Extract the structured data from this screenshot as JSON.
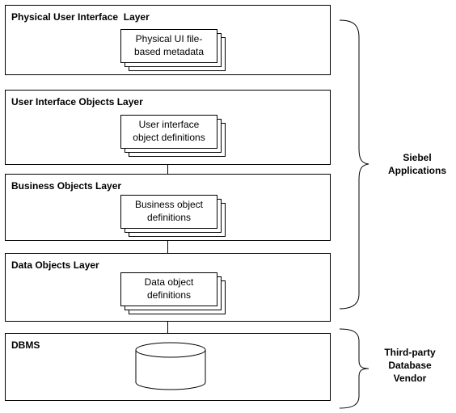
{
  "layers": [
    {
      "title": "Physical User Interface  Layer",
      "box_lines": [
        "Physical UI file-",
        "based metadata"
      ]
    },
    {
      "title": "User Interface Objects Layer",
      "box_lines": [
        "User interface",
        "object definitions"
      ]
    },
    {
      "title": "Business Objects Layer",
      "box_lines": [
        "Business object",
        "definitions"
      ]
    },
    {
      "title": "Data Objects Layer",
      "box_lines": [
        "Data object",
        "definitions"
      ]
    },
    {
      "title": "DBMS"
    }
  ],
  "groups": [
    {
      "lines": [
        "Siebel",
        "Applications"
      ]
    },
    {
      "lines": [
        "Third-party",
        "Database",
        "Vendor"
      ]
    }
  ]
}
